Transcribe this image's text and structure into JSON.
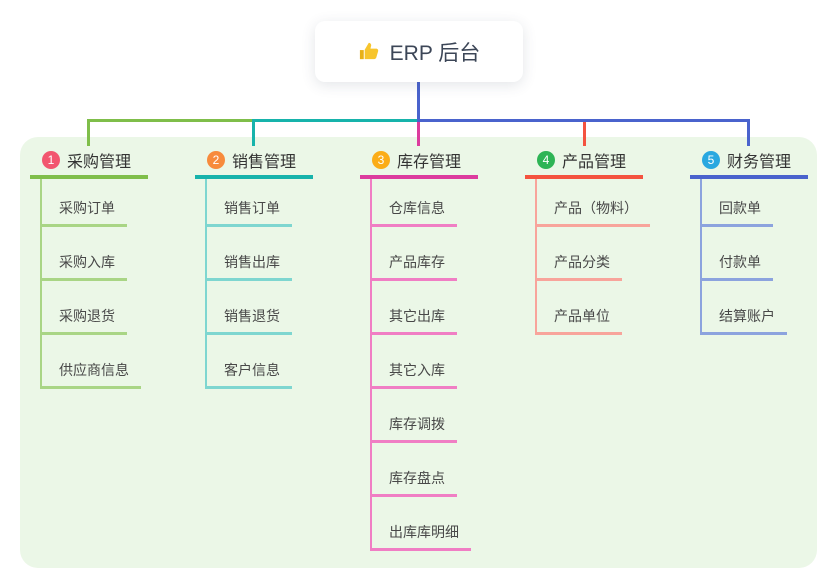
{
  "root": {
    "title": "ERP 后台",
    "icon": "thumbs-up-icon"
  },
  "colors": {
    "canvas_bg": "#ffffff",
    "panel_bg": "#ebf7e7",
    "root_line": "#4a63cd",
    "root_text": "#3c4657",
    "label_text": "#333333",
    "child_text": "#484848"
  },
  "branches": [
    {
      "index": "1",
      "label": "采购管理",
      "badge_color": "#f2566f",
      "line_color": "#7fbe4a",
      "child_line_color": "#a9d585",
      "children": [
        "采购订单",
        "采购入库",
        "采购退货",
        "供应商信息"
      ]
    },
    {
      "index": "2",
      "label": "销售管理",
      "badge_color": "#f78b3c",
      "line_color": "#17b3ab",
      "child_line_color": "#7ed6d0",
      "children": [
        "销售订单",
        "销售出库",
        "销售退货",
        "客户信息"
      ]
    },
    {
      "index": "3",
      "label": "库存管理",
      "badge_color": "#fbad18",
      "line_color": "#dc3c9e",
      "child_line_color": "#f07ec4",
      "children": [
        "仓库信息",
        "产品库存",
        "其它出库",
        "其它入库",
        "库存调拨",
        "库存盘点",
        "出库库明细"
      ]
    },
    {
      "index": "4",
      "label": "产品管理",
      "badge_color": "#2db455",
      "line_color": "#f4533f",
      "child_line_color": "#f8a49b",
      "children": [
        "产品（物料）",
        "产品分类",
        "产品单位"
      ]
    },
    {
      "index": "5",
      "label": "财务管理",
      "badge_color": "#29a8e0",
      "line_color": "#4a63cd",
      "child_line_color": "#8ca3de",
      "children": [
        "回款单",
        "付款单",
        "结算账户"
      ]
    }
  ]
}
